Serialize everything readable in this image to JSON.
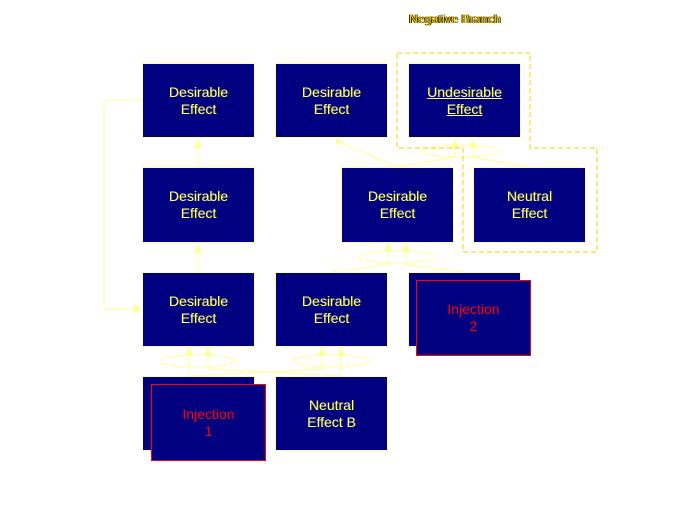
{
  "title": "Negative Branch",
  "colors": {
    "box_fill": "#000080",
    "box_border": "#ffff99",
    "text": "#ffff99",
    "injection": "#ff0000",
    "group_border": "#ffcc00",
    "connector": "#ffff99"
  },
  "nodes": {
    "de_r1c1": "Desirable\nEffect",
    "de_r1c2": "Desirable\nEffect",
    "ue_r1c3": "Undesirable\nEffect",
    "de_r2c1": "Desirable\nEffect",
    "de_r2c2": "Desirable\nEffect",
    "ne_r2c3": "Neutral\nEffect",
    "de_r3c1": "Desirable\nEffect",
    "de_r3c2": "Desirable\nEffect",
    "inj2": "Injection\n2",
    "inj1": "Injection\n1",
    "neb": "Neutral\nEffect B"
  }
}
